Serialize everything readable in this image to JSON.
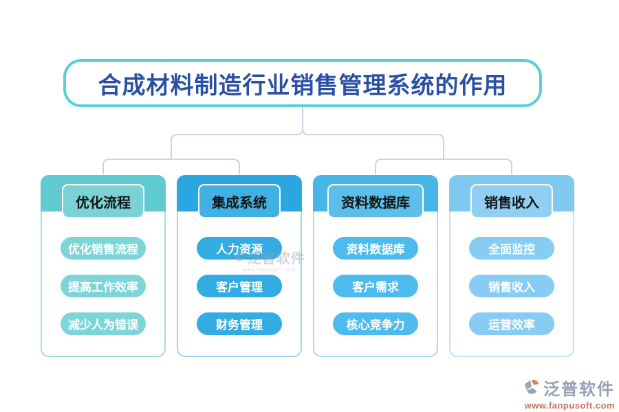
{
  "title": {
    "text": "合成材料制造行业销售管理系统的作用"
  },
  "colors": {
    "background": "#ffffff",
    "title_border": "#57d0d8",
    "title_text": "#2a4fa3",
    "connector": "#c9d4e3"
  },
  "columns": [
    {
      "header": "优化流程",
      "items": [
        "优化销售流程",
        "提高工作效率",
        "减少人为错误"
      ],
      "colors": {
        "block": "#5fcad0",
        "inner": "#7bd2d6",
        "pill": "#7ed5d9",
        "border": "#a6dce0"
      }
    },
    {
      "header": "集成系统",
      "items": [
        "人力资源",
        "客户管理",
        "财务管理"
      ],
      "colors": {
        "block": "#2aa7e0",
        "inner": "#41b0e2",
        "pill": "#33abe3",
        "border": "#9fd4ee"
      }
    },
    {
      "header": "资料数据库",
      "items": [
        "资料数据库",
        "客户需求",
        "核心竞争力"
      ],
      "colors": {
        "block": "#47b6e9",
        "inner": "#5cbeea",
        "pill": "#4dbbed",
        "border": "#abdaf3"
      }
    },
    {
      "header": "销售收入",
      "items": [
        "全面监控",
        "销售收入",
        "运营效率"
      ],
      "colors": {
        "block": "#7fc8f0",
        "inner": "#90cff2",
        "pill": "#86ccf3",
        "border": "#bfe3f8"
      }
    }
  ],
  "watermark": {
    "text": "泛普软件",
    "subtext": "www.fanpusoft.com"
  },
  "footer_logo": {
    "name": "泛普软件",
    "url": "www.fanpusoft.com"
  }
}
